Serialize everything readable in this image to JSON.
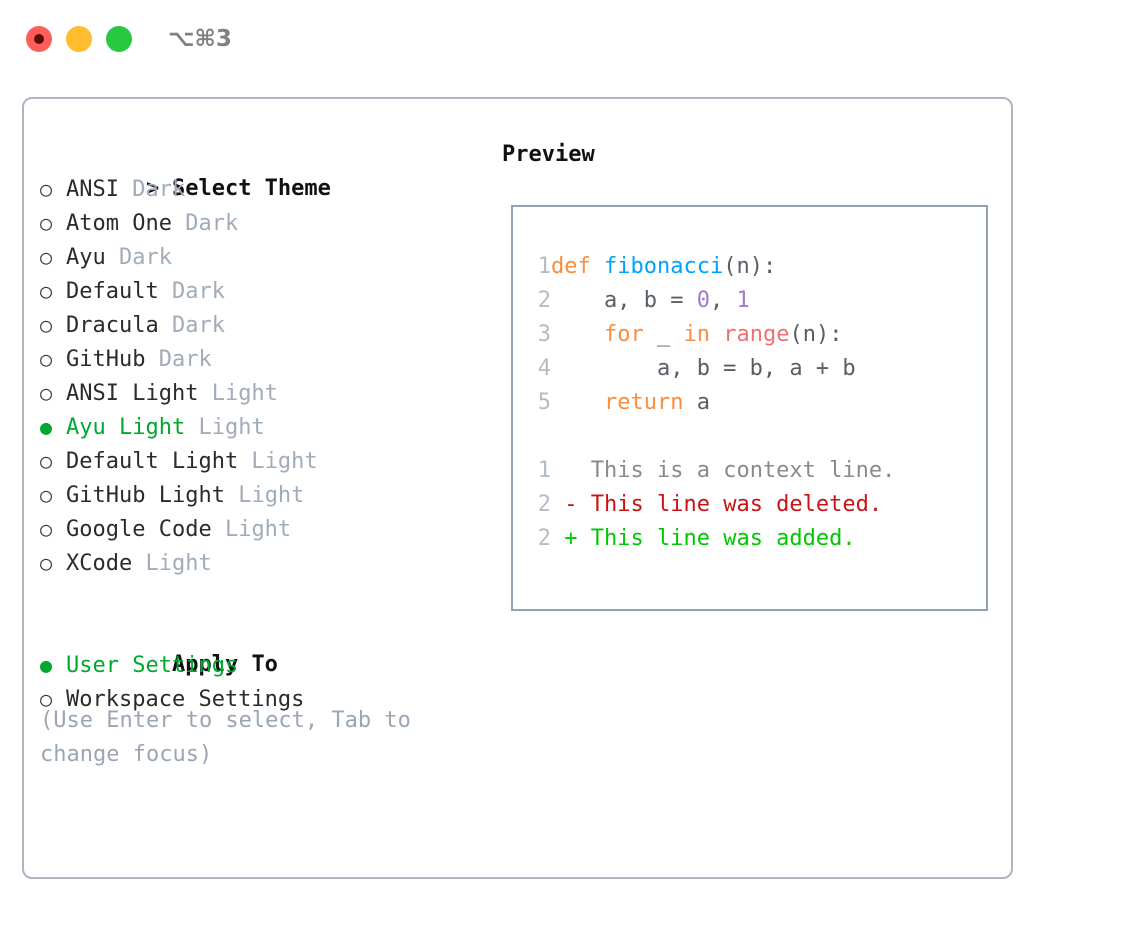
{
  "window": {
    "shortcut": "⌥⌘3",
    "traffic_lights": [
      {
        "name": "close",
        "color": "#ff5f57"
      },
      {
        "name": "minimize",
        "color": "#febc2e"
      },
      {
        "name": "maximize",
        "color": "#28c840"
      }
    ]
  },
  "theme_picker": {
    "heading_prefix": "> ",
    "heading": "Select Theme",
    "items": [
      {
        "marker": "○",
        "name": "ANSI",
        "kind": "Dark",
        "selected": false
      },
      {
        "marker": "○",
        "name": "Atom One",
        "kind": "Dark",
        "selected": false
      },
      {
        "marker": "○",
        "name": "Ayu",
        "kind": "Dark",
        "selected": false
      },
      {
        "marker": "○",
        "name": "Default",
        "kind": "Dark",
        "selected": false
      },
      {
        "marker": "○",
        "name": "Dracula",
        "kind": "Dark",
        "selected": false
      },
      {
        "marker": "○",
        "name": "GitHub",
        "kind": "Dark",
        "selected": false
      },
      {
        "marker": "○",
        "name": "ANSI Light",
        "kind": "Light",
        "selected": false
      },
      {
        "marker": "●",
        "name": "Ayu Light",
        "kind": "Light",
        "selected": true
      },
      {
        "marker": "○",
        "name": "Default Light",
        "kind": "Light",
        "selected": false
      },
      {
        "marker": "○",
        "name": "GitHub Light",
        "kind": "Light",
        "selected": false
      },
      {
        "marker": "○",
        "name": "Google Code",
        "kind": "Light",
        "selected": false
      },
      {
        "marker": "○",
        "name": "XCode",
        "kind": "Light",
        "selected": false
      }
    ]
  },
  "apply_to": {
    "heading": "Apply To",
    "items": [
      {
        "marker": "●",
        "name": "User Settings",
        "selected": true
      },
      {
        "marker": "○",
        "name": "Workspace Settings",
        "selected": false
      }
    ]
  },
  "hint": "(Use Enter to select, Tab to change focus)",
  "preview": {
    "title": "Preview",
    "code_lines": [
      {
        "num": "1",
        "tokens": [
          {
            "t": "def",
            "c": "tok-kw"
          },
          {
            "t": " ",
            "c": "tok-plain"
          },
          {
            "t": "fibonacci",
            "c": "tok-fn"
          },
          {
            "t": "(n):",
            "c": "tok-plain"
          }
        ]
      },
      {
        "num": "2",
        "tokens": [
          {
            "t": "    a, b = ",
            "c": "tok-plain"
          },
          {
            "t": "0",
            "c": "tok-num"
          },
          {
            "t": ", ",
            "c": "tok-plain"
          },
          {
            "t": "1",
            "c": "tok-num"
          }
        ]
      },
      {
        "num": "3",
        "tokens": [
          {
            "t": "    ",
            "c": "tok-plain"
          },
          {
            "t": "for",
            "c": "tok-kw"
          },
          {
            "t": " _ ",
            "c": "tok-plain"
          },
          {
            "t": "in",
            "c": "tok-kw"
          },
          {
            "t": " ",
            "c": "tok-plain"
          },
          {
            "t": "range",
            "c": "tok-bi"
          },
          {
            "t": "(n):",
            "c": "tok-plain"
          }
        ]
      },
      {
        "num": "4",
        "tokens": [
          {
            "t": "        a, b = b, a + b",
            "c": "tok-plain"
          }
        ]
      },
      {
        "num": "5",
        "tokens": [
          {
            "t": "    ",
            "c": "tok-plain"
          },
          {
            "t": "return",
            "c": "tok-kw"
          },
          {
            "t": " a",
            "c": "tok-plain"
          }
        ]
      }
    ],
    "diff_lines": [
      {
        "num": "1",
        "sign": "  ",
        "text": "This is a context line.",
        "cls": "diff-ctx"
      },
      {
        "num": "2",
        "sign": "- ",
        "text": "This line was deleted.",
        "cls": "diff-del"
      },
      {
        "num": "2",
        "sign": "+ ",
        "text": "This line was added.",
        "cls": "diff-add"
      }
    ]
  },
  "colors": {
    "accent_green": "#00a830",
    "keyword_orange": "#fa8d3e",
    "function_blue": "#00a2ff",
    "number_purple": "#a37acc",
    "builtin_red": "#f07171",
    "diff_delete": "#c81414",
    "diff_add": "#00c800",
    "muted": "#a0acb8",
    "border": "#aeb6c2"
  }
}
